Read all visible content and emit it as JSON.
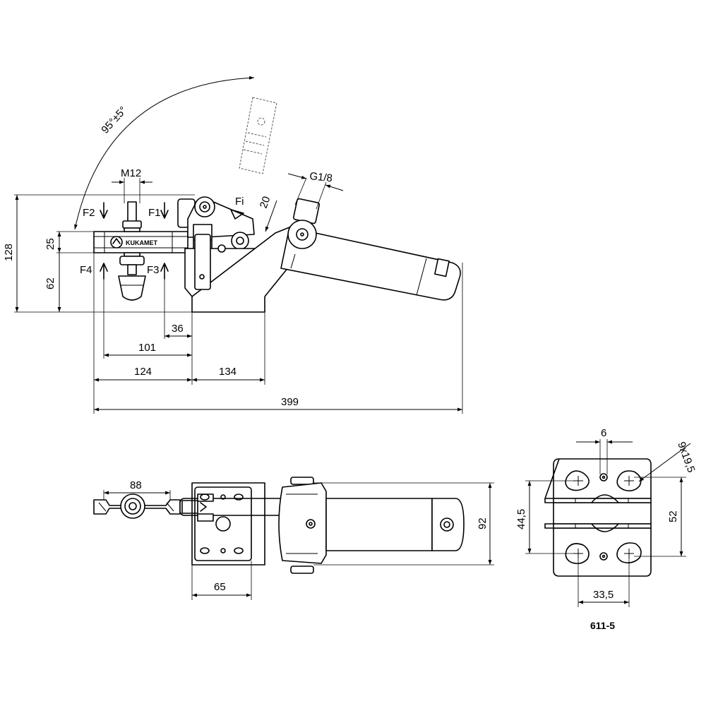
{
  "drawing": {
    "angle_label": "95°±5°",
    "thread_label": "M12",
    "port_label": "G1/8",
    "forces": {
      "f1": "F1",
      "f2": "F2",
      "f3": "F3",
      "f4": "F4",
      "fi": "Fi"
    },
    "logo_text": "KUKAMET",
    "side_view_dims": {
      "d128": "128",
      "d25": "25",
      "d62": "62",
      "d20": "20",
      "d36": "36",
      "d101": "101",
      "d124": "124",
      "d134": "134",
      "d399": "399"
    },
    "top_view_dims": {
      "d88": "88",
      "d65": "65",
      "d92": "92"
    },
    "base_view_dims": {
      "d6": "6",
      "slot": "9x19,5",
      "d44_5": "44,5",
      "d52": "52",
      "d33_5": "33,5"
    },
    "model_code": "611-5"
  }
}
